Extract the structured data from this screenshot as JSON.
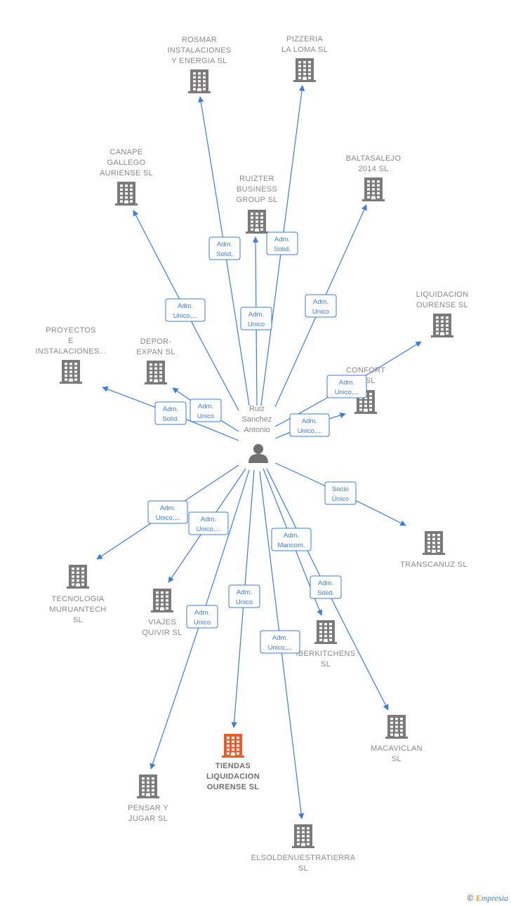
{
  "center": {
    "label": [
      "Ruiz",
      "Sanchez",
      "Antonio"
    ]
  },
  "companies": [
    {
      "id": "rosmar",
      "label": [
        "ROSMAR",
        "INSTALACIONES",
        "Y ENERGIA  SL"
      ]
    },
    {
      "id": "pizzeria",
      "label": [
        "PIZZERIA",
        "LA LOMA  SL"
      ]
    },
    {
      "id": "canape",
      "label": [
        "CANAPE",
        "GALLEGO",
        "AURIENSE  SL"
      ]
    },
    {
      "id": "ruizter",
      "label": [
        "RUIZTER",
        "BUSINESS",
        "GROUP  SL"
      ]
    },
    {
      "id": "baltasalejo",
      "label": [
        "BALTASALEJO",
        "2014  SL"
      ]
    },
    {
      "id": "liquidacion",
      "label": [
        "LIQUIDACION",
        "OURENSE  SL"
      ]
    },
    {
      "id": "proyectos",
      "label": [
        "PROYECTOS",
        "E",
        "INSTALACIONES..."
      ]
    },
    {
      "id": "deporexpan",
      "label": [
        "DEPOR-",
        "EXPAN SL"
      ]
    },
    {
      "id": "confort",
      "label": [
        "CONFORT",
        "...  SL"
      ]
    },
    {
      "id": "transcanuz",
      "label": [
        "TRANSCANUZ SL"
      ]
    },
    {
      "id": "tecnologia",
      "label": [
        "TECNOLOGIA",
        "MURUANTECH",
        "SL"
      ]
    },
    {
      "id": "viajes",
      "label": [
        "VIAJES",
        "QUIVIR  SL"
      ]
    },
    {
      "id": "iberkitchens",
      "label": [
        "IBERKITCHENS",
        "SL"
      ]
    },
    {
      "id": "macaviclan",
      "label": [
        "MACAVICLAN",
        "SL"
      ]
    },
    {
      "id": "tiendas",
      "label": [
        "TIENDAS",
        "LIQUIDACION",
        "OURENSE  SL"
      ],
      "highlight": true
    },
    {
      "id": "pensar",
      "label": [
        "PENSAR Y",
        "JUGAR SL"
      ]
    },
    {
      "id": "elsolde",
      "label": [
        "ELSOLDENUESTRATIERRA",
        "SL"
      ]
    }
  ],
  "edges": [
    {
      "to": "rosmar",
      "role": [
        "Adm.",
        "Solid."
      ]
    },
    {
      "to": "pizzeria",
      "role": [
        "Adm.",
        "Solid."
      ]
    },
    {
      "to": "canape",
      "role": [
        "Adm.",
        "Unico,..."
      ]
    },
    {
      "to": "ruizter",
      "role": [
        "Adm.",
        "Unico"
      ]
    },
    {
      "to": "baltasalejo",
      "role": [
        "Adm.",
        "Unico"
      ]
    },
    {
      "to": "liquidacion",
      "role": [
        "Adm.",
        "Unico,..."
      ]
    },
    {
      "to": "proyectos",
      "role": [
        "Adm.",
        "Solid."
      ]
    },
    {
      "to": "deporexpan",
      "role": [
        "Adm.",
        "Unico"
      ]
    },
    {
      "to": "confort",
      "role": [
        "Adm.",
        "Unico,..."
      ]
    },
    {
      "to": "transcanuz",
      "role": [
        "Socio",
        "Único"
      ]
    },
    {
      "to": "tecnologia",
      "role": [
        "Adm.",
        "Unico,..."
      ]
    },
    {
      "to": "viajes",
      "role": [
        "Adm.",
        "Unico,..."
      ]
    },
    {
      "to": "iberkitchens",
      "role": [
        "Adm.",
        "Mancom."
      ]
    },
    {
      "to": "macaviclan",
      "role": [
        "Adm.",
        "Solid."
      ]
    },
    {
      "to": "tiendas",
      "role": [
        "Adm.",
        "Unico"
      ]
    },
    {
      "to": "pensar",
      "role": [
        "Adm.",
        "Unico"
      ]
    },
    {
      "to": "elsolde",
      "role": [
        "Adm.",
        "Unico,..."
      ]
    }
  ],
  "colors": {
    "node": "#7a7a7a",
    "highlight": "#f05a28",
    "edge": "#3b7dd8",
    "label": "#8a8a8a"
  },
  "footer": {
    "copyright": "©",
    "brand_e": "E",
    "brand_rest": "mpresia"
  }
}
